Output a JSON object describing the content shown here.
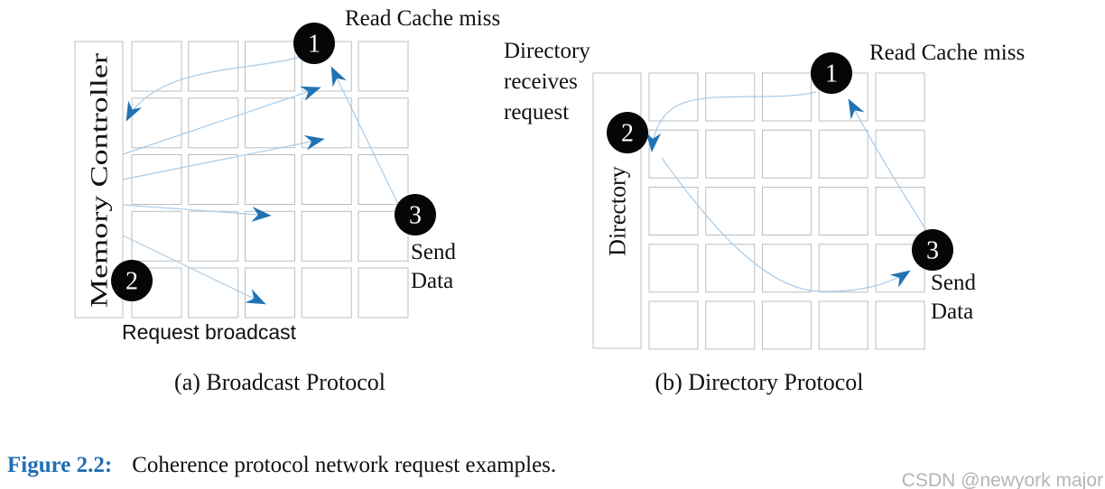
{
  "figure_caption": {
    "label": "Figure 2.2:",
    "text": "Coherence protocol network request examples."
  },
  "watermark": "CSDN @newyork major",
  "colors": {
    "arrow_line": "#a9cbe8",
    "arrow_head": "#2173b4",
    "grid_stroke": "#bdbdbd",
    "node_fill": "#060606",
    "node_label": "#ffffff",
    "text": "#111111",
    "caption_blue": "#1e6eb5",
    "watermark_gray": "#b5b5b5"
  },
  "diagram_a": {
    "caption": "(a) Broadcast Protocol",
    "controller_label": "Memory Controller",
    "mesh": {
      "rows": 5,
      "cols": 5
    },
    "nodes": [
      "1",
      "2",
      "3"
    ],
    "labels": {
      "read_cache_miss": "Read Cache miss",
      "send_line1": "Send",
      "send_line2": "Data",
      "request_broadcast": "Request broadcast"
    }
  },
  "diagram_b": {
    "caption": "(b) Directory Protocol",
    "controller_label": "Directory",
    "mesh": {
      "rows": 5,
      "cols": 5
    },
    "nodes": [
      "1",
      "2",
      "3"
    ],
    "labels": {
      "read_cache_miss": "Read Cache miss",
      "receives_lines": [
        "Directory",
        "receives",
        "request"
      ],
      "send_line1": "Send",
      "send_line2": "Data"
    }
  }
}
